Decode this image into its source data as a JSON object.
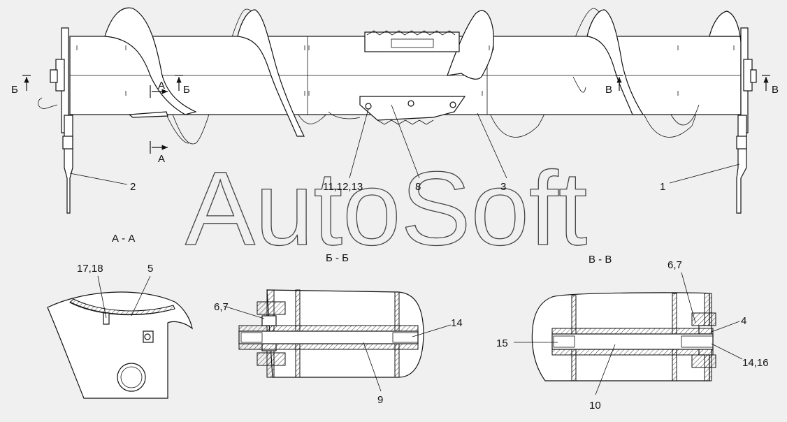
{
  "watermark": "AutoSoft",
  "section_titles": {
    "aa": "А - А",
    "bb": "Б - Б",
    "vv": "В - В"
  },
  "section_marks": {
    "b_left": "Б",
    "a_top": "А",
    "b_mid": "Б",
    "a_bottom": "А",
    "v_mid": "В",
    "v_right": "В"
  },
  "callouts": {
    "c1": "1",
    "c2": "2",
    "c3": "3",
    "c8": "8",
    "c11": "11,12,13",
    "c5": "5",
    "c17": "17,18",
    "c67a": "6,7",
    "c14a": "14",
    "c9": "9",
    "c67b": "6,7",
    "c4": "4",
    "c15": "15",
    "c1416": "14,16",
    "c10": "10"
  }
}
